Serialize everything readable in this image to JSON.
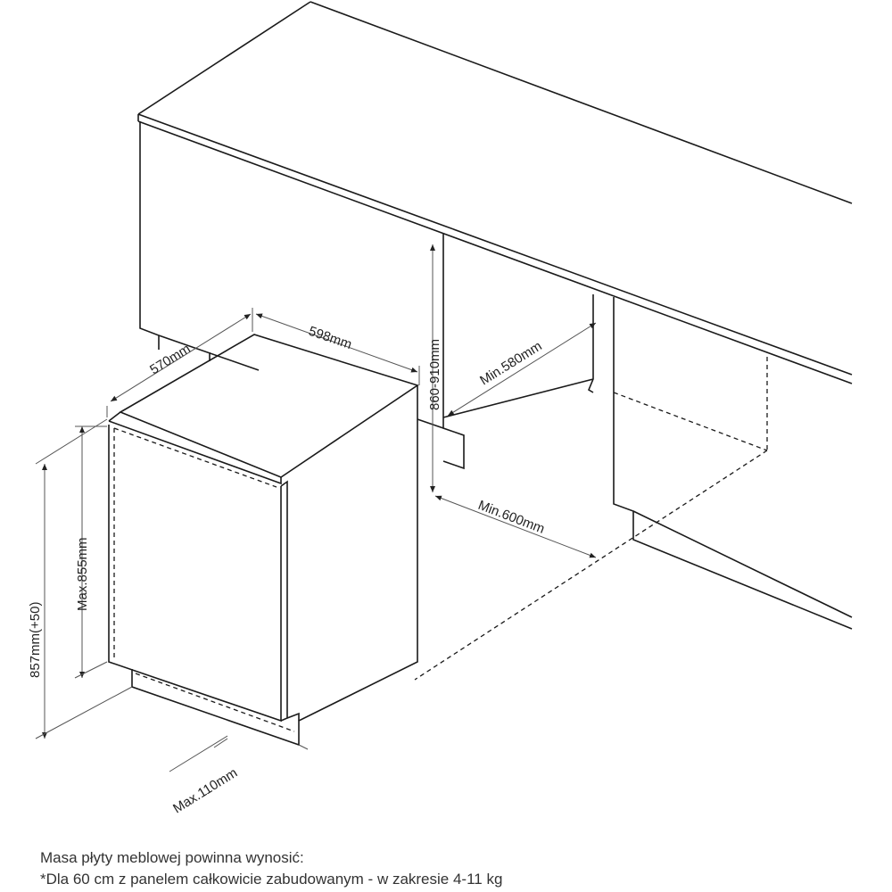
{
  "dimensions": {
    "depth": "570mm",
    "width": "598mm",
    "niche_height": "860-910mm",
    "min_depth": "Min.580mm",
    "min_width": "Min.600mm",
    "height": "857mm(+50)",
    "max_door_height": "Max.855mm",
    "max_plinth": "Max.110mm"
  },
  "notes": {
    "line1": "Masa płyty meblowej powinna wynosić:",
    "line2": "*Dla 60 cm z panelem całkowicie zabudowanym - w zakresie 4-11 kg"
  }
}
